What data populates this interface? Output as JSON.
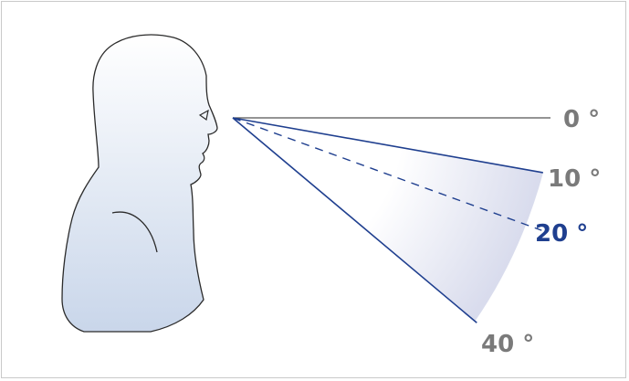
{
  "angles": [
    {
      "value": 0,
      "label": "0 °",
      "color": "#7a7a7a",
      "style": "solid-gray"
    },
    {
      "value": 10,
      "label": "10 °",
      "color": "#7a7a7a",
      "style": "solid-blue"
    },
    {
      "value": 20,
      "label": "20 °",
      "color": "#1f3f8f",
      "style": "dashed-blue"
    },
    {
      "value": 40,
      "label": "40 °",
      "color": "#7a7a7a",
      "style": "solid-blue"
    }
  ],
  "colors": {
    "head_fill_top": "#ffffff",
    "head_fill_bottom": "#c9d6ea",
    "head_outline": "#2b2b2b",
    "ray_blue": "#1f3f8f",
    "ray_gray": "#555555",
    "cone_shade": "#d9dced",
    "frame_border": "#c9c9c9"
  }
}
